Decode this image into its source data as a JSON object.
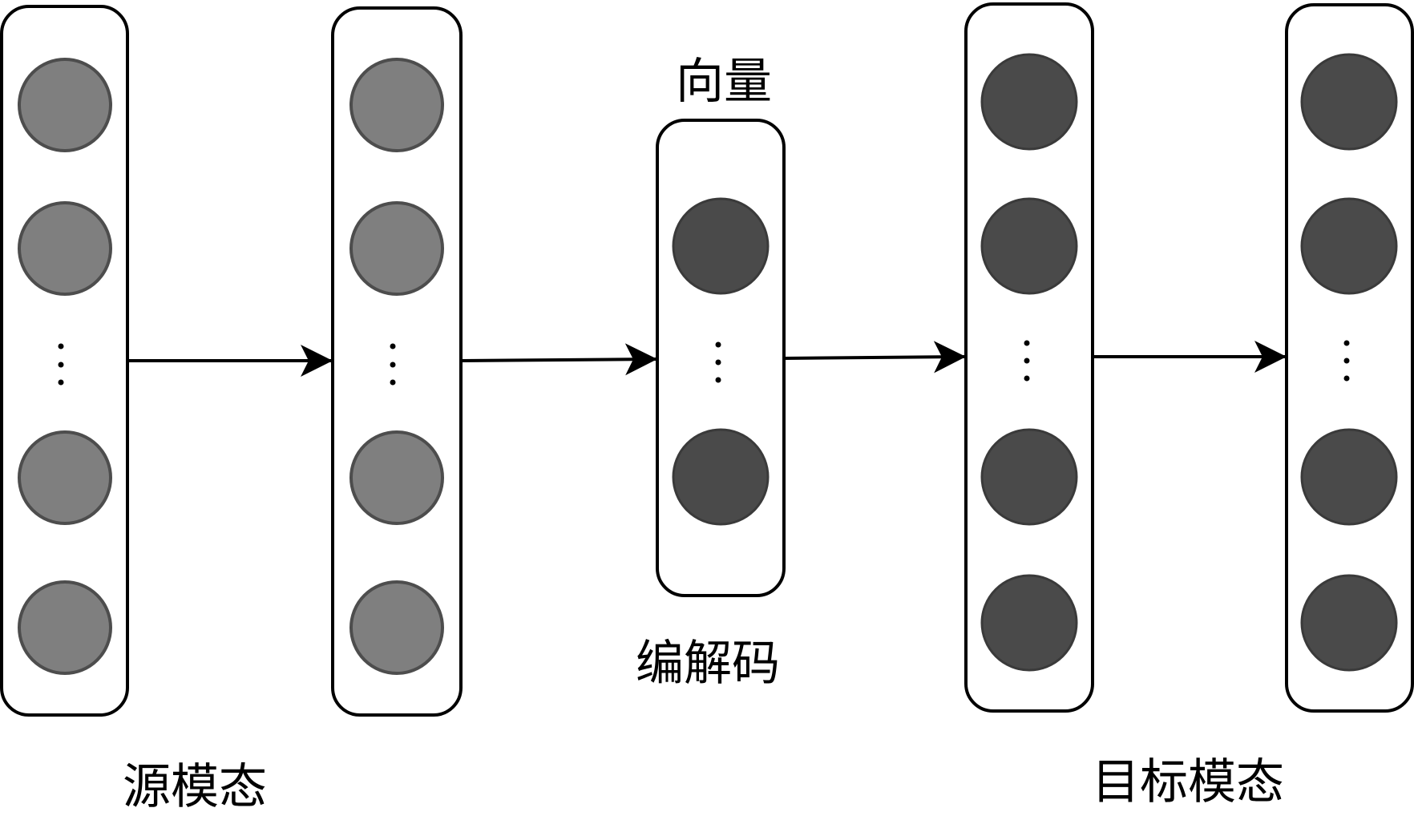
{
  "labels": {
    "source": "源模态",
    "vector": "向量",
    "codec": "编解码",
    "target": "目标模态"
  },
  "ellipsis": "⋮",
  "colors": {
    "background": "#ffffff",
    "stroke": "#000000",
    "source_node_fill": "#7f7f7f",
    "source_node_stroke": "#4d4d4d",
    "target_node_fill": "#4a4a4a",
    "target_node_stroke": "#3a3a3a"
  },
  "columns": [
    {
      "name": "source-column",
      "nodes_before_dots": 2,
      "nodes_after_dots": 2,
      "tone": "light"
    },
    {
      "name": "hidden-column-1",
      "nodes_before_dots": 2,
      "nodes_after_dots": 2,
      "tone": "light"
    },
    {
      "name": "vector-column",
      "nodes_before_dots": 1,
      "nodes_after_dots": 1,
      "tone": "dark"
    },
    {
      "name": "hidden-column-2",
      "nodes_before_dots": 2,
      "nodes_after_dots": 2,
      "tone": "dark"
    },
    {
      "name": "target-column",
      "nodes_before_dots": 2,
      "nodes_after_dots": 2,
      "tone": "dark"
    }
  ]
}
